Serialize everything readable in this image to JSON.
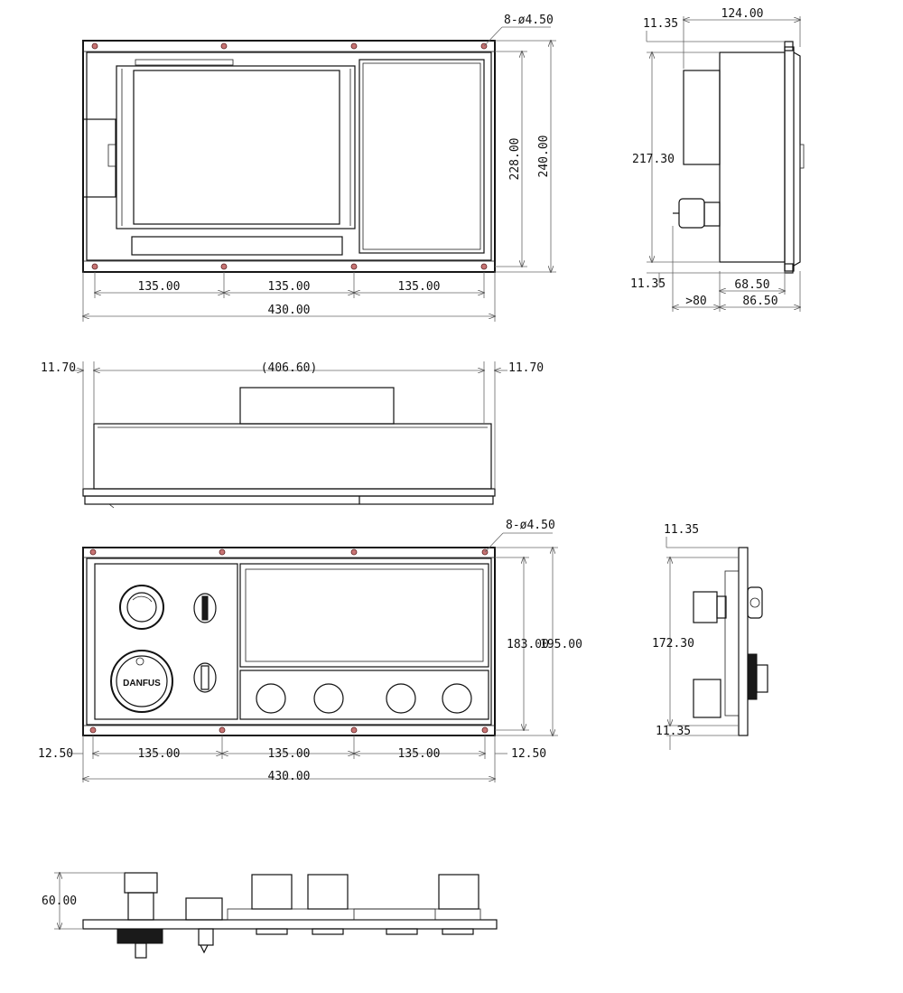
{
  "front_view": {
    "hole_callout": "8-ø4.50",
    "dim_inner_height": "228.00",
    "dim_outer_height": "240.00",
    "dim_spacing_1": "135.00",
    "dim_spacing_2": "135.00",
    "dim_spacing_3": "135.00",
    "dim_total_width": "430.00"
  },
  "side_view": {
    "dim_top_offset": "11.35",
    "dim_depth": "124.00",
    "dim_height": "217.30",
    "dim_bottom_offset": "11.35",
    "dim_body": "68.50",
    "dim_clearance": ">80",
    "dim_panel": "86.50"
  },
  "top_view": {
    "dim_left_margin": "11.70",
    "dim_width": "(406.60)",
    "dim_right_margin": "11.70"
  },
  "control_view": {
    "hole_callout": "8-ø4.50",
    "dim_inner_height": "183.00",
    "dim_outer_height": "195.00",
    "dim_left_margin": "12.50",
    "dim_spacing_1": "135.00",
    "dim_spacing_2": "135.00",
    "dim_spacing_3": "135.00",
    "dim_right_margin": "12.50",
    "dim_total_width": "430.00",
    "brand_label": "DANFUS"
  },
  "control_side_view": {
    "dim_top_offset": "11.35",
    "dim_height": "172.30",
    "dim_bottom_offset": "11.35"
  },
  "bottom_view": {
    "dim_height": "60.00"
  },
  "colors": {
    "line": "#111111",
    "screw": "#c87474",
    "dimension": "#666666"
  }
}
